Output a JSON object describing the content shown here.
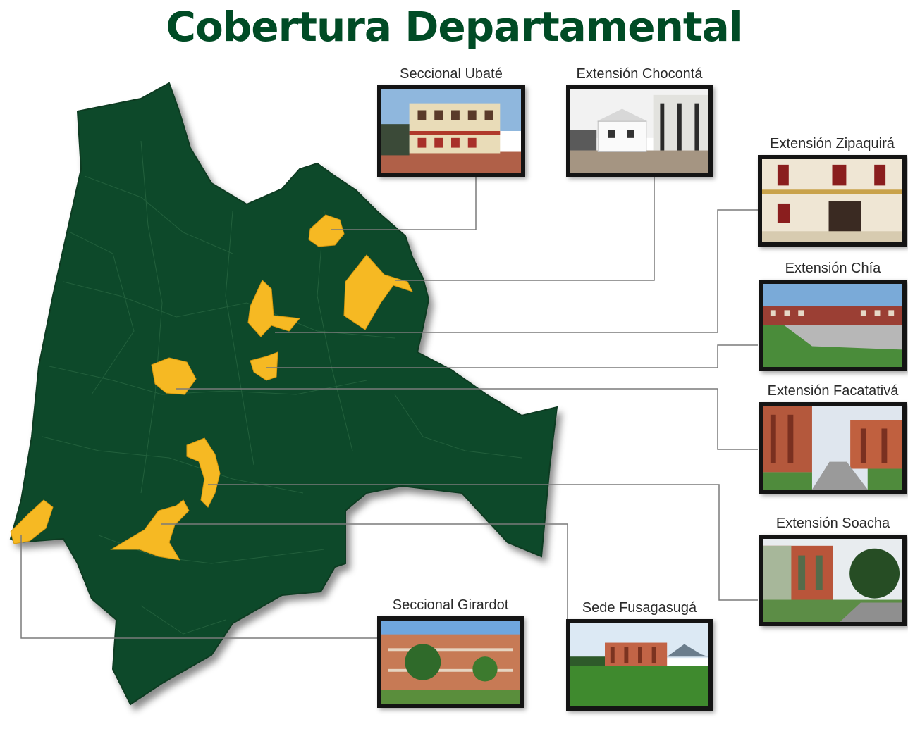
{
  "title": "Cobertura Departamental",
  "colors": {
    "title": "#004b25",
    "territory": "#0f4a2a",
    "municipality_highlight": "#f6b923",
    "connector_line": "#7a7a7a"
  },
  "sites": [
    {
      "id": "ubate",
      "label": "Seccional Ubaté",
      "photo_icon": "building-photo"
    },
    {
      "id": "choconta",
      "label": "Extensión Chocontá",
      "photo_icon": "building-photo"
    },
    {
      "id": "zipaquira",
      "label": "Extensión Zipaquirá",
      "photo_icon": "building-photo"
    },
    {
      "id": "chia",
      "label": "Extensión Chía",
      "photo_icon": "campus-photo"
    },
    {
      "id": "facatativa",
      "label": "Extensión Facatativá",
      "photo_icon": "campus-photo"
    },
    {
      "id": "soacha",
      "label": "Extensión Soacha",
      "photo_icon": "campus-photo"
    },
    {
      "id": "girardot",
      "label": "Seccional Girardot",
      "photo_icon": "campus-photo"
    },
    {
      "id": "fusagasuga",
      "label": "Sede Fusagasugá",
      "photo_icon": "campus-photo"
    }
  ]
}
